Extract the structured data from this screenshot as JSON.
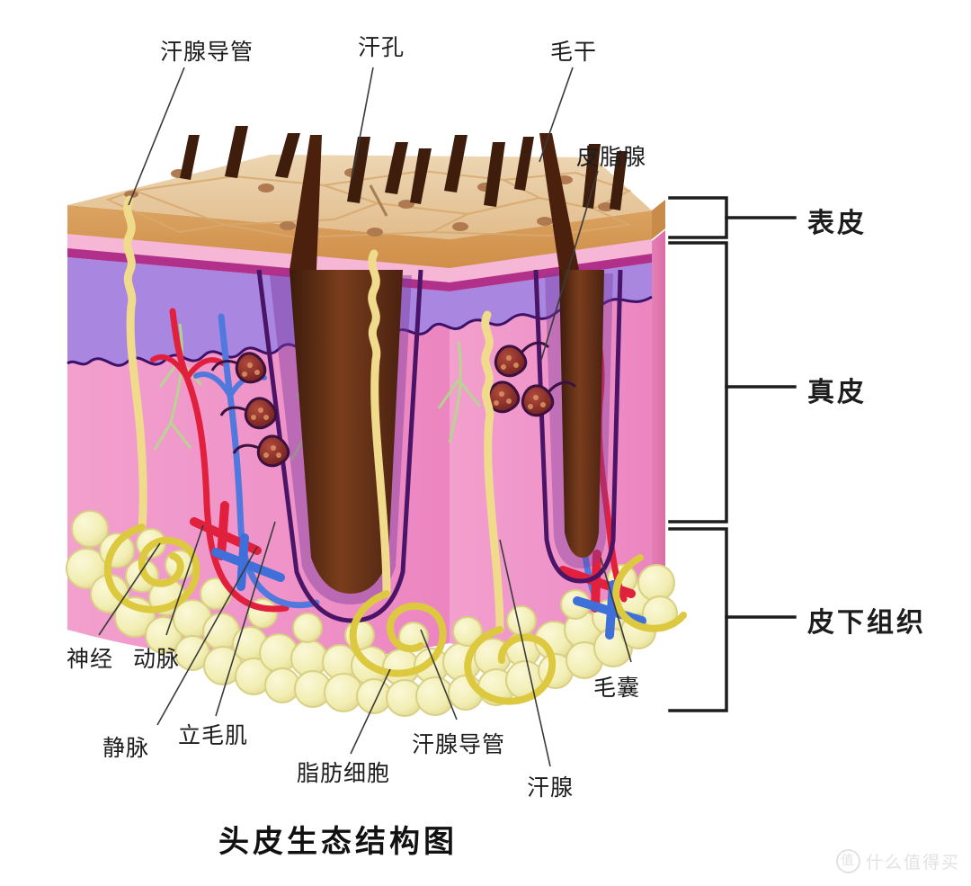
{
  "title": "头皮生态结构图",
  "watermark": {
    "badge": "值",
    "text": "什么值得买"
  },
  "callouts": {
    "sweat_duct_top": "汗腺导管",
    "sweat_pore": "汗孔",
    "hair_shaft": "毛干",
    "sebaceous_gland": "皮脂腺",
    "nerve": "神经",
    "artery": "动脉",
    "vein": "静脉",
    "arrector_pili": "立毛肌",
    "fat_cell": "脂肪细胞",
    "sweat_duct_bottom": "汗腺导管",
    "sweat_gland": "汗腺",
    "hair_follicle": "毛囊"
  },
  "layers": [
    {
      "id": "epidermis",
      "label": "表皮"
    },
    {
      "id": "dermis",
      "label": "真皮"
    },
    {
      "id": "subcutis",
      "label": "皮下组织"
    }
  ],
  "colors": {
    "epidermis_top": "#e5bf92",
    "epidermis_top_light": "#ead3ad",
    "epidermis_front": "#d69a55",
    "pore_dot": "#b07a50",
    "papillary_pink": "#f0a8c8",
    "magenta_stripe": "#b1308a",
    "purple_band": "#a986e0",
    "dermis_pink": "#ef93c9",
    "dermis_side": "#e06ba8",
    "fat_cell": "#f2edb0",
    "fat_outline": "#ddd488",
    "sweat_gland_yellow": "#e8d24a",
    "duct_yellow": "#f2dd8e",
    "artery_red": "#e0203c",
    "vein_blue": "#3f6fd8",
    "hair_brown": "#6b3418",
    "hair_dark": "#3a1a0c",
    "sebaceous": "#8d2a2a",
    "nerve_green": "#b9d98a",
    "leader_line": "#3a3a3a"
  }
}
